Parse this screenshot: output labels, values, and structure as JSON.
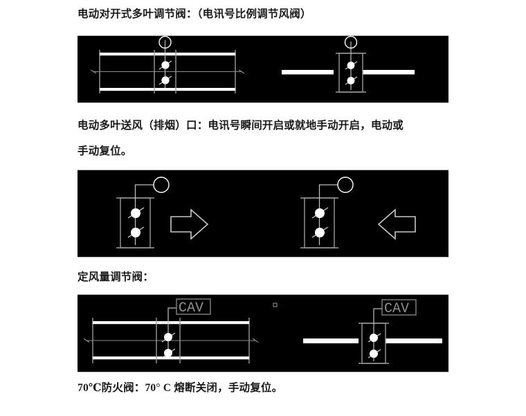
{
  "document": {
    "title": "HVAC Damper Symbols Reference Sheet",
    "background_color": "#ffffff",
    "figure_background_color": "#000000",
    "line_color": "#ffffff",
    "dim_line_color": "#9a9a9a"
  },
  "sections": [
    {
      "id": "motorized-opposed-blade-damper",
      "caption_line1": "电动对开式多叶调节阀：（电讯号比例调节风阀）",
      "caption_line2": "",
      "figure": {
        "left_view_label": "duct-section-view",
        "right_view_label": "pipe-inline-view",
        "blade_count": 2,
        "actuator": "circle-actuator",
        "annotation_text": ""
      }
    },
    {
      "id": "motorized-multi-blade-air-supply-smoke-exhaust-outlet",
      "caption_line1": "电动多叶送风（排烟）口：电讯号瞬间开启或就地手动开启，电动或",
      "caption_line2": "手动复位。",
      "figure": {
        "left_view_label": "damper-with-right-arrow",
        "right_view_label": "damper-with-left-arrow",
        "blade_count": 2,
        "actuator": "circle-actuator",
        "annotation_text": ""
      }
    },
    {
      "id": "constant-air-volume-damper",
      "caption_line1": "定风量调节阀：",
      "caption_line2": "",
      "figure": {
        "left_view_label": "duct-section-view-cav",
        "right_view_label": "pipe-inline-view-cav",
        "blade_count": 2,
        "actuator": "cav-box",
        "annotation_text": "CAV"
      }
    },
    {
      "id": "fire-damper-70c",
      "caption_line1": "70℃防火阀：70° C 熔断关闭，手动复位。",
      "caption_line2": "",
      "figure": null
    }
  ],
  "labels": {
    "cav_tag": "CAV"
  }
}
